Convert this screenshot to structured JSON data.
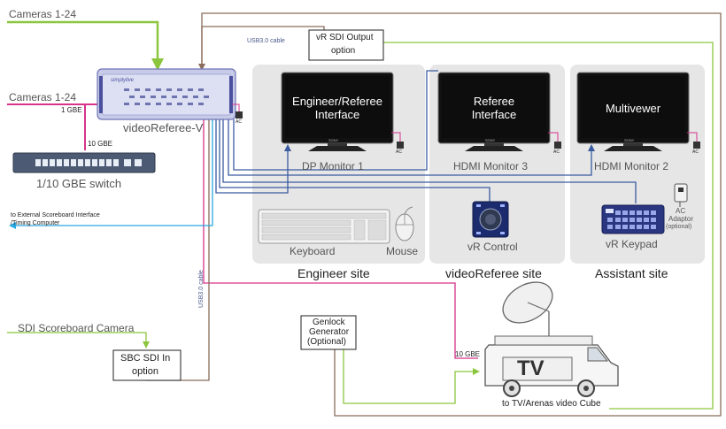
{
  "inputs": {
    "cameras_top": "Cameras 1-24",
    "cameras_mid": "Cameras 1-24",
    "link_1gbe": "1 GBE",
    "link_10gbe": "10 GBE",
    "sdi_camera": "SDI Scoreboard Camera"
  },
  "server": {
    "label": "videoReferee-V",
    "brand": "simplylive"
  },
  "switch": {
    "label": "1/10 GBE switch"
  },
  "scoreboard_link": {
    "line1": "to External Scoreboard Interface",
    "line2": "/Timing Computer"
  },
  "usb_top": "USB3.0 cable",
  "usb_vertical": "USB3.0 cable",
  "sdi_output": {
    "line1": "vR SDI Output",
    "line2": "option"
  },
  "sdi_in": {
    "line1": "SBC SDI In",
    "line2": "option"
  },
  "genlock": {
    "line1": "Genlock",
    "line2": "Generator",
    "line3": "(Optional)"
  },
  "monitors": [
    {
      "screen_line1": "Engineer/Referee",
      "screen_line2": "Interface",
      "label": "DP Monitor 1"
    },
    {
      "screen_line1": "Referee",
      "screen_line2": "Interface",
      "label": "HDMI Monitor 3"
    },
    {
      "screen_line1": "Multivewer",
      "screen_line2": "",
      "label": "HDMI Monitor 2"
    }
  ],
  "monitor_brand": "SONY",
  "ac": "AC",
  "peripherals": {
    "keyboard": "Keyboard",
    "mouse": "Mouse",
    "control": "vR Control",
    "keypad": "vR Keypad"
  },
  "ac_adaptor": {
    "line1": "AC",
    "line2": "Adaptor",
    "line3": "(optional)"
  },
  "sites": {
    "engineer": "Engineer site",
    "referee": "videoReferee site",
    "assistant": "Assistant site"
  },
  "truck": {
    "logo": "TV",
    "link": "10 GBE",
    "caption": "to TV/Arenas video Cube"
  },
  "colors": {
    "green": "#8cc63f",
    "magenta": "#d6338a",
    "blue": "#3a5ba0",
    "cyan": "#29a8df",
    "brown": "#8a6d5a",
    "panel": "#e6e6e6"
  }
}
